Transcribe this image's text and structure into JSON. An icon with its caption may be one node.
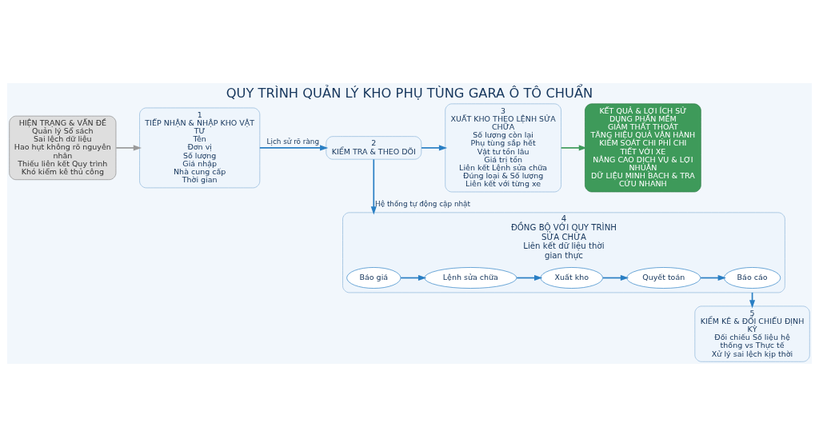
{
  "diagram": {
    "title": "QUY TRÌNH QUẢN LÝ KHO PHỤ TÙNG GARA Ô TÔ CHUẨN",
    "nodes": [
      {
        "text": [
          "HIỆN TRẠNG & VẤN ĐỀ",
          "Quản lý Sổ sách",
          "Sai lệch dữ liệu",
          "Hao hụt không rõ nguyên nhân",
          "Thiếu liên kết Quy trình",
          "Khó kiểm kê thủ công"
        ]
      },
      {
        "text": [
          "1",
          "TIẾP NHẬN & NHẬP KHO VẬT TƯ",
          "Tên",
          "Đơn vị",
          "Số lượng",
          "Giá nhập",
          "Nhà cung cấp",
          "Thời gian"
        ]
      },
      {
        "text": [
          "2",
          "KIỂM TRA & THEO DÕI"
        ]
      },
      {
        "text": [
          "3",
          "XUẤT KHO THEO LỆNH SỬA CHỮA",
          "Số lượng còn lại",
          "Phụ tùng sắp hết",
          "Vật tư tồn lâu",
          "Giá trị tồn",
          "Liên kết Lệnh sửa chữa",
          "Đúng loại & Số lượng",
          "Liên kết với từng xe"
        ]
      },
      {
        "text": [
          "KẾT QUẢ & LỢI ÍCH SỬ DỤNG PHẦN MỀM",
          "GIẢM THẤT THOÁT",
          "TĂNG HIỆU QUẢ VẬN HÀNH",
          "KIỂM SOÁT CHI PHÍ CHI TIẾT VỚI XE",
          "NÂNG CAO DỊCH VỤ & LỢI NHUẬN",
          "DỮ LIỆU MINH BẠCH & TRA CỨU NHANH"
        ]
      },
      {
        "text": [
          "4",
          "ĐỒNG BỘ VỚI QUY TRÌNH SỬA CHỮA",
          "Liên kết dữ liệu thời gian thực"
        ]
      },
      {
        "text": [
          "Báo giá"
        ],
        "in": 5
      },
      {
        "text": [
          "Lệnh sửa chữa"
        ],
        "in": 5
      },
      {
        "text": [
          "Xuất kho"
        ],
        "in": 5
      },
      {
        "text": [
          "Quyết toán"
        ],
        "in": 5
      },
      {
        "text": [
          "Báo cáo"
        ],
        "in": 5
      },
      {
        "text": [
          "5",
          "KIỂM KÊ & ĐỐI CHIẾU ĐỊNH KỲ",
          "Đối chiếu Số liệu hệ thống vs Thực tế",
          "Xử lý sai lệch kịp thời"
        ]
      }
    ],
    "edges": [
      {
        "from": 0,
        "to": 1,
        "arrow": "to",
        "color": "#9a9a9a"
      },
      {
        "from": 1,
        "to": 2,
        "arrow": "to",
        "label": "Lịch sử rõ ràng"
      },
      {
        "from": 2,
        "to": 3,
        "arrow": "to"
      },
      {
        "from": 2,
        "to": 5,
        "arrow": "to",
        "label": "Hệ thống tự động cập nhật"
      },
      {
        "from": 5,
        "to": 11,
        "arrow": "to"
      },
      {
        "from": 3,
        "to": 4,
        "arrow": "to",
        "color": "#3e9a5a"
      },
      {
        "from": 6,
        "to": 7,
        "arrow": "to"
      },
      {
        "from": 7,
        "to": 8,
        "arrow": "to"
      },
      {
        "from": 8,
        "to": 9,
        "arrow": "to"
      },
      {
        "from": 9,
        "to": 10,
        "arrow": "to"
      }
    ]
  }
}
